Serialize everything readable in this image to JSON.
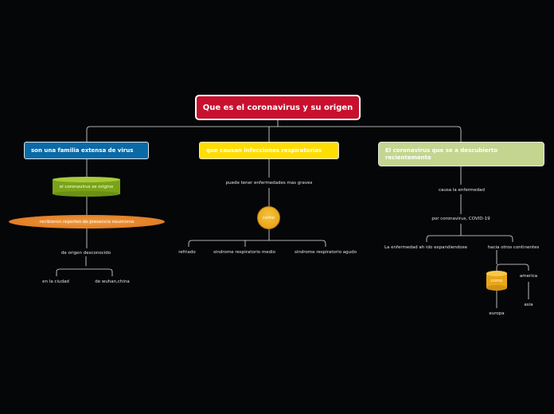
{
  "root": "Que es el coronavirus y su origen",
  "branches": [
    {
      "title": "son una familia extensa de virus",
      "children": [
        "el coronavirus se origino",
        "recibieron reportes de presencia neumonia",
        "de origen desconocido",
        "en la ciudad",
        "de wuhan,china"
      ]
    },
    {
      "title": "que causan infecciones respiratorias",
      "children": [
        "puede tener enfermedades mas graves",
        "como",
        "refriado",
        "sindrome respiratorio medio",
        "sindrome respiratorio agudo"
      ]
    },
    {
      "title": "El coronavirus que se a descubierto recientemente",
      "children": [
        "causa la enfermedad",
        "por coronavirus, COVID-19",
        "La enfermedad ah ido expandiendose",
        "hacia otros continentes",
        "como",
        "america",
        "europa",
        "asia"
      ]
    }
  ],
  "colors": {
    "background": "#050608",
    "root": "#c8102e",
    "branch1": "#0a6aa8",
    "branch2": "#ffdd00",
    "branch3": "#c3d68f",
    "green_node": "#8cb51e",
    "orange_node": "#e8862a",
    "yellow_node": "#f2b01e",
    "connector": "#e6e6e6"
  }
}
